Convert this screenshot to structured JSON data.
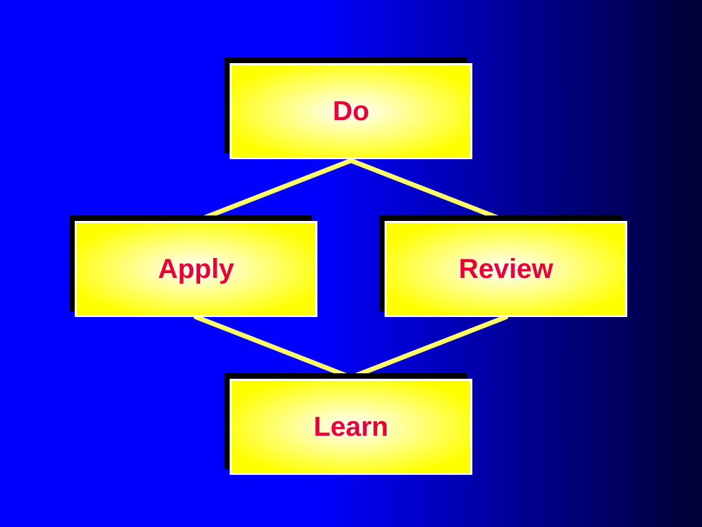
{
  "colors": {
    "background_start": "#0000ff",
    "background_end": "#000033",
    "box_fill_center": "#ffffff",
    "box_fill_edge": "#ffff00",
    "box_border": "#ffffff",
    "box_shadow": "#000000",
    "label": "#e8003c",
    "connector": "#ffff66"
  },
  "diagram": {
    "nodes": [
      {
        "id": "do",
        "label": "Do"
      },
      {
        "id": "apply",
        "label": "Apply"
      },
      {
        "id": "review",
        "label": "Review"
      },
      {
        "id": "learn",
        "label": "Learn"
      }
    ],
    "edges": [
      {
        "from": "do",
        "to": "apply"
      },
      {
        "from": "do",
        "to": "review"
      },
      {
        "from": "apply",
        "to": "learn"
      },
      {
        "from": "review",
        "to": "learn"
      }
    ]
  }
}
